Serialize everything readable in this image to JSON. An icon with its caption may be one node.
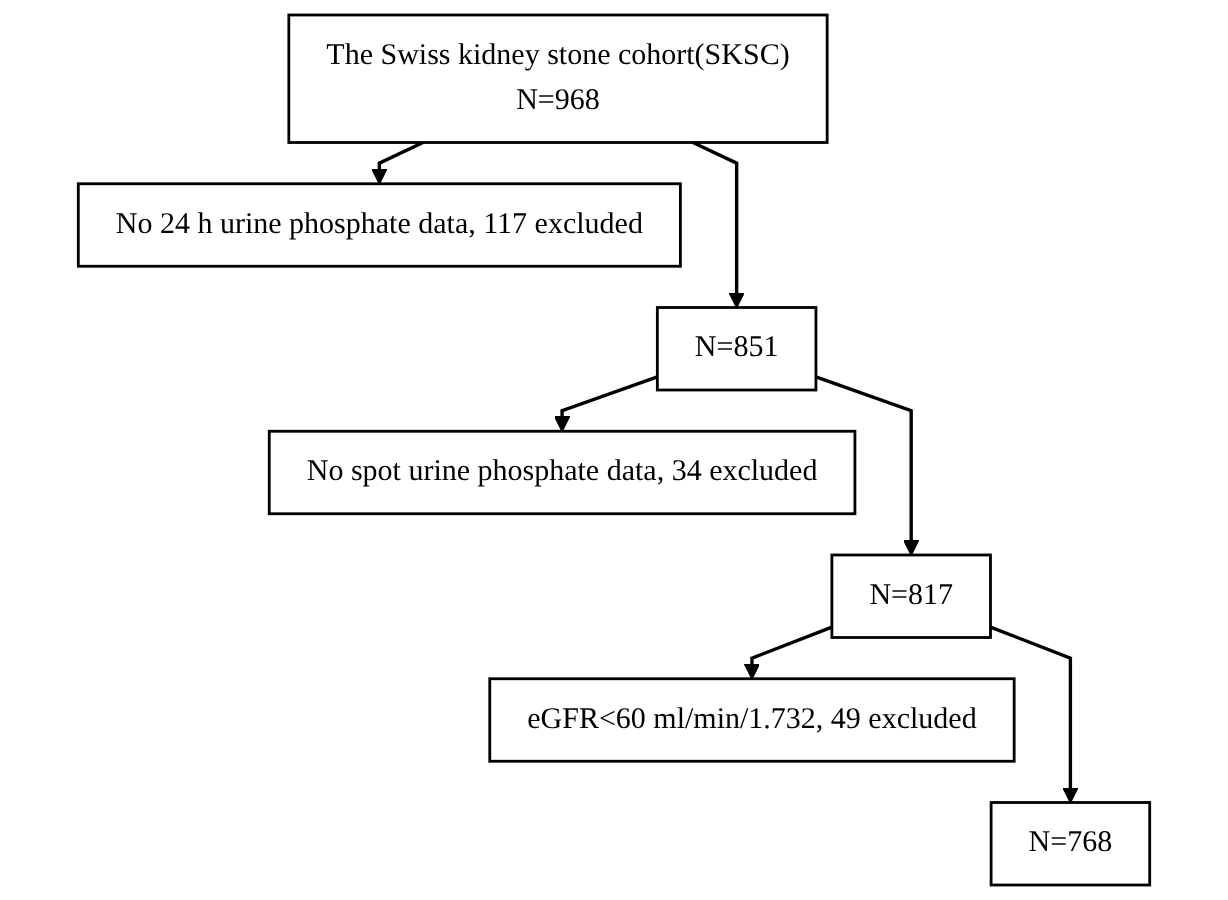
{
  "diagram": {
    "nodes": [
      {
        "text": [
          "The Swiss kidney stone cohort(SKSC)",
          "N=968"
        ]
      },
      {
        "text": [
          "No 24 h urine phosphate data, 117 excluded"
        ]
      },
      {
        "text": [
          "N=851"
        ]
      },
      {
        "text": [
          "No spot urine phosphate data, 34 excluded"
        ]
      },
      {
        "text": [
          "N=817"
        ]
      },
      {
        "text": [
          "eGFR<60 ml/min/1.732, 49 excluded"
        ]
      },
      {
        "text": [
          "N=768"
        ]
      }
    ],
    "edges": [
      {
        "from": 0,
        "to": 1,
        "arrow": "to"
      },
      {
        "from": 0,
        "to": 2,
        "arrow": "to"
      },
      {
        "from": 2,
        "to": 3,
        "arrow": "to"
      },
      {
        "from": 2,
        "to": 4,
        "arrow": "to"
      },
      {
        "from": 4,
        "to": 5,
        "arrow": "to"
      },
      {
        "from": 4,
        "to": 6,
        "arrow": "to"
      }
    ]
  }
}
